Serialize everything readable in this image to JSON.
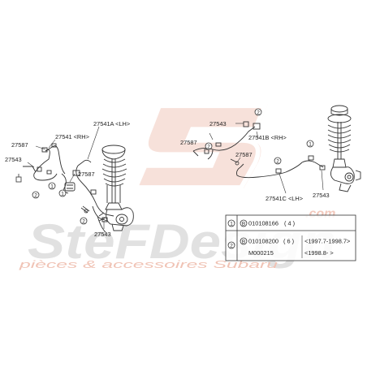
{
  "watermark": {
    "brand": "SteFDesign",
    "domain": ".com",
    "tagline": "pièces & accessoires Subaru"
  },
  "colors": {
    "line": "#333333",
    "watermark_red": "#f2c9bd",
    "watermark_grey": "#d9d9d9"
  },
  "callouts": {
    "c1": "1",
    "c2": "2"
  },
  "labels": {
    "p27587_left": "27587",
    "p27541_rh": "27541 <RH>",
    "p27543_left": "27543",
    "p27587_mid": "27587",
    "p27541a_lh": "27541A <LH>",
    "p27543_bottom": "27543",
    "p27543_right_top": "27543",
    "p27587_right_a": "27587",
    "p27541b_rh": "27541B <RH>",
    "p27587_right_b": "27587",
    "p27541c_lh": "27541C <LH>",
    "p27543_far_right": "27543"
  },
  "legend": {
    "rows": [
      {
        "ref": "1",
        "mark": "B",
        "part": "010108166",
        "qty": "( 4 )",
        "date": ""
      },
      {
        "ref": "2",
        "mark": "B",
        "part": "010108200",
        "qty": "( 6 )",
        "date": "<1997.7-1998.7>"
      },
      {
        "ref": "",
        "mark": "",
        "part": "M000215",
        "qty": "",
        "date": "<1998.8-  >"
      }
    ]
  }
}
